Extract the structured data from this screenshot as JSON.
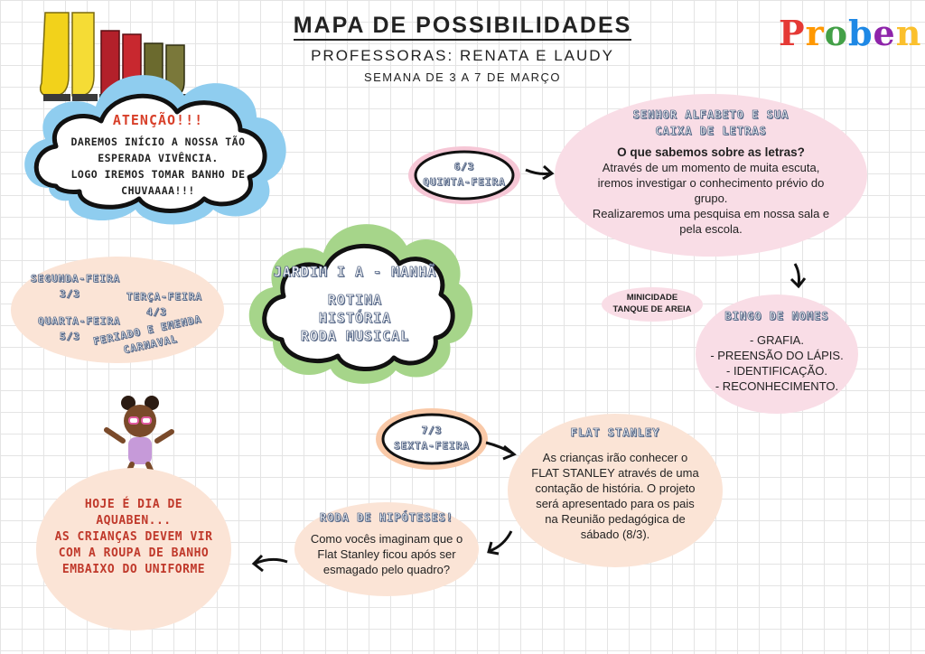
{
  "header": {
    "title": "MAPA DE POSSIBILIDADES",
    "teachers": "PROFESSORAS: RENATA E LAUDY",
    "week": "SEMANA DE 3 A 7 DE MARÇO",
    "logo": [
      "P",
      "r",
      "o",
      "b",
      "e",
      "n"
    ]
  },
  "attention": {
    "title": "ATENÇÃO!!!",
    "lines": [
      "DAREMOS INÍCIO A NOSSA TÃO",
      "ESPERADA VIVÊNCIA.",
      "LOGO IREMOS TOMAR BANHO DE",
      "CHUVAAAA!!!"
    ]
  },
  "days_left": {
    "monday": "SEGUNDA-FEIRA",
    "monday_date": "3/3",
    "tuesday": "TERÇA-FEIRA",
    "tuesday_date": "4/3",
    "wednesday": "QUARTA-FEIRA",
    "wednesday_date": "5/3",
    "holiday_1": "FERIADO E EMENDA",
    "holiday_2": "CARNAVAL"
  },
  "center": {
    "title": "JARDIM I A - MANHÃ",
    "items": [
      "ROTINA",
      "HISTÓRIA",
      "RODA MUSICAL"
    ]
  },
  "thursday": {
    "date": "6/3",
    "day": "QUINTA-FEIRA"
  },
  "alphabet": {
    "title_1": "SENHOR ALFABETO E SUA",
    "title_2": "CAIXA DE LETRAS",
    "question": "O que sabemos sobre as letras?",
    "lines": [
      "Através de um momento de muita escuta,",
      "iremos investigar o conhecimento prévio do",
      "grupo.",
      "Realizaremos uma pesquisa em nossa sala e",
      "pela escola."
    ]
  },
  "minicity": {
    "line1": "MINICIDADE",
    "line2": "TANQUE DE AREIA"
  },
  "bingo": {
    "title": "BINGO DE NOMES",
    "items": [
      "-  GRAFIA.",
      "- PREENSÃO DO LÁPIS.",
      "- IDENTIFICAÇÃO.",
      "- RECONHECIMENTO."
    ]
  },
  "friday": {
    "date": "7/3",
    "day": "SEXTA-FEIRA"
  },
  "flat": {
    "title": "FLAT STANLEY",
    "lines": [
      "As crianças irão conhecer o",
      "FLAT STANLEY através de uma",
      "contação de história. O projeto",
      "será apresentado para os pais",
      "na Reunião pedagógica de",
      "sábado (8/3)."
    ]
  },
  "hypotheses": {
    "title": "RODA DE HIPÓTESES!",
    "lines": [
      "Como vocês imaginam que o",
      "Flat Stanley ficou após ser",
      "esmagado pelo quadro?"
    ]
  },
  "aquaben": {
    "lines": [
      "HOJE É DIA DE",
      "AQUABEN...",
      "AS CRIANÇAS DEVEM VIR",
      "COM A ROUPA DE BANHO",
      "EMBAIXO DO UNIFORME"
    ]
  },
  "colors": {
    "pink_blob": "#f9dde6",
    "peach_blob": "#fbe4d6",
    "center_outline": "#a6d58a",
    "attention_red": "#d8402a",
    "aquaben_red": "#c0392b",
    "sky_blue": "#7ec3ea"
  }
}
